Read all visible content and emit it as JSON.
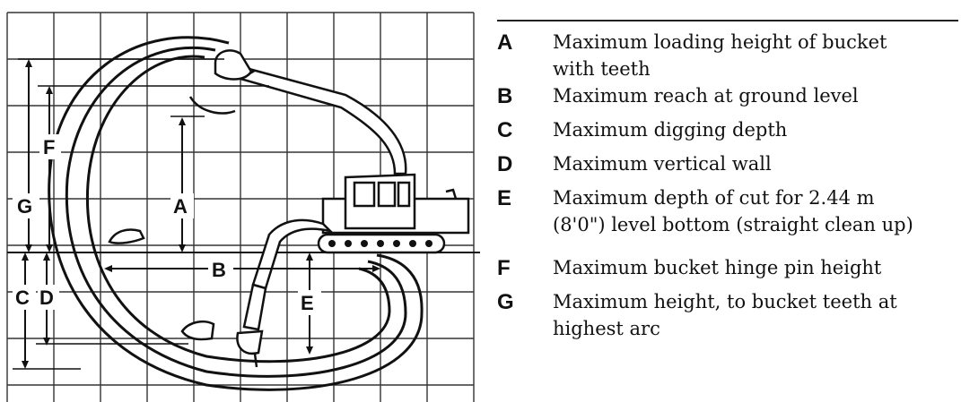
{
  "diagram": {
    "letters": {
      "A": "A",
      "B": "B",
      "C": "C",
      "D": "D",
      "E": "E",
      "F": "F",
      "G": "G"
    }
  },
  "legend": {
    "items": [
      {
        "letter": "A",
        "lines": [
          "Maximum loading height of bucket",
          "with teeth"
        ]
      },
      {
        "letter": "B",
        "lines": [
          "Maximum reach at ground level"
        ]
      },
      {
        "letter": "C",
        "lines": [
          "Maximum digging depth"
        ]
      },
      {
        "letter": "D",
        "lines": [
          "Maximum vertical wall"
        ]
      },
      {
        "letter": "E",
        "lines": [
          "Maximum depth of cut for 2.44 m",
          "(8'0\") level bottom (straight clean up)"
        ]
      },
      {
        "letter": "F",
        "lines": [
          "Maximum bucket hinge pin height"
        ]
      },
      {
        "letter": "G",
        "lines": [
          "Maximum height, to bucket teeth at",
          "highest arc"
        ]
      }
    ]
  }
}
